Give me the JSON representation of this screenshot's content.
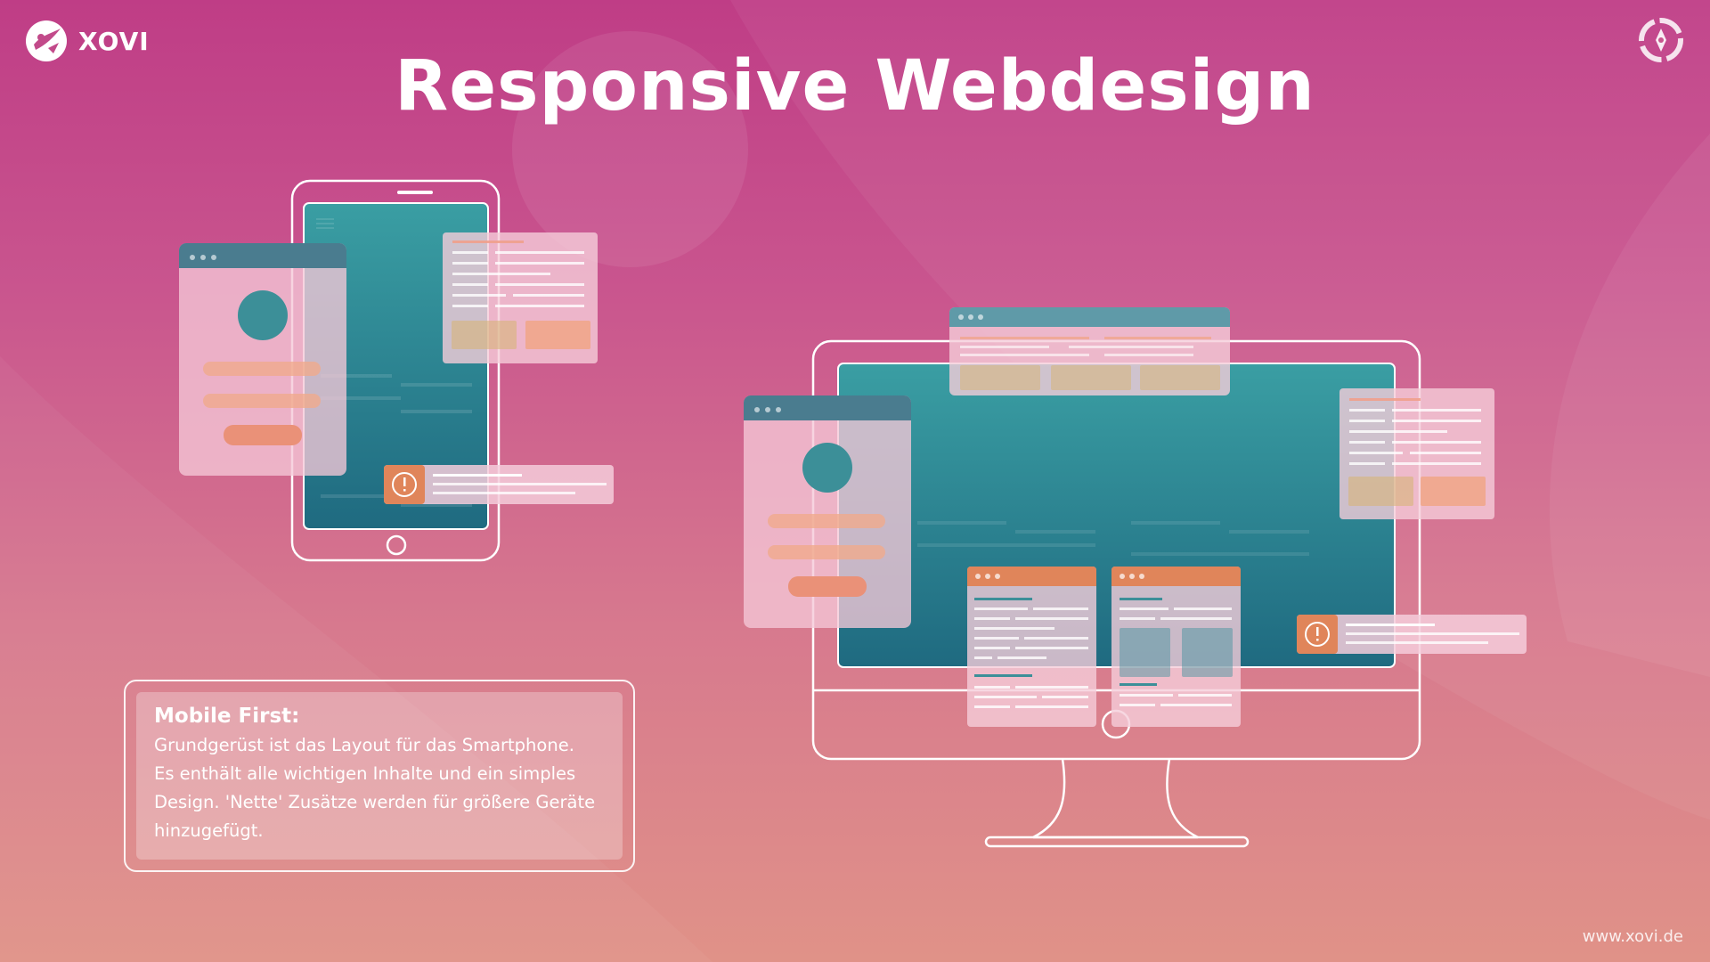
{
  "brand": {
    "name": "XOVI",
    "logo_icon": "xovi-logo-icon",
    "corner_icon": "compass-icon"
  },
  "title": "Responsive Webdesign",
  "info": {
    "heading": "Mobile First:",
    "lines": [
      "Grundgerüst ist das Layout für das Smartphone.",
      "Es enthält alle wichtigen Inhalte und ein simples",
      "Design. 'Nette' Zusätze werden für größere Geräte",
      "hinzugefügt."
    ]
  },
  "footer": {
    "url": "www.xovi.de"
  },
  "colors": {
    "teal": "#2f8e98",
    "orange": "#e8874f",
    "pink_card": "#f1c3d3",
    "white": "#ffffff"
  },
  "illustrations": {
    "left": "smartphone-illustration",
    "right": "desktop-monitor-illustration",
    "alert_icon": "exclamation-icon"
  }
}
